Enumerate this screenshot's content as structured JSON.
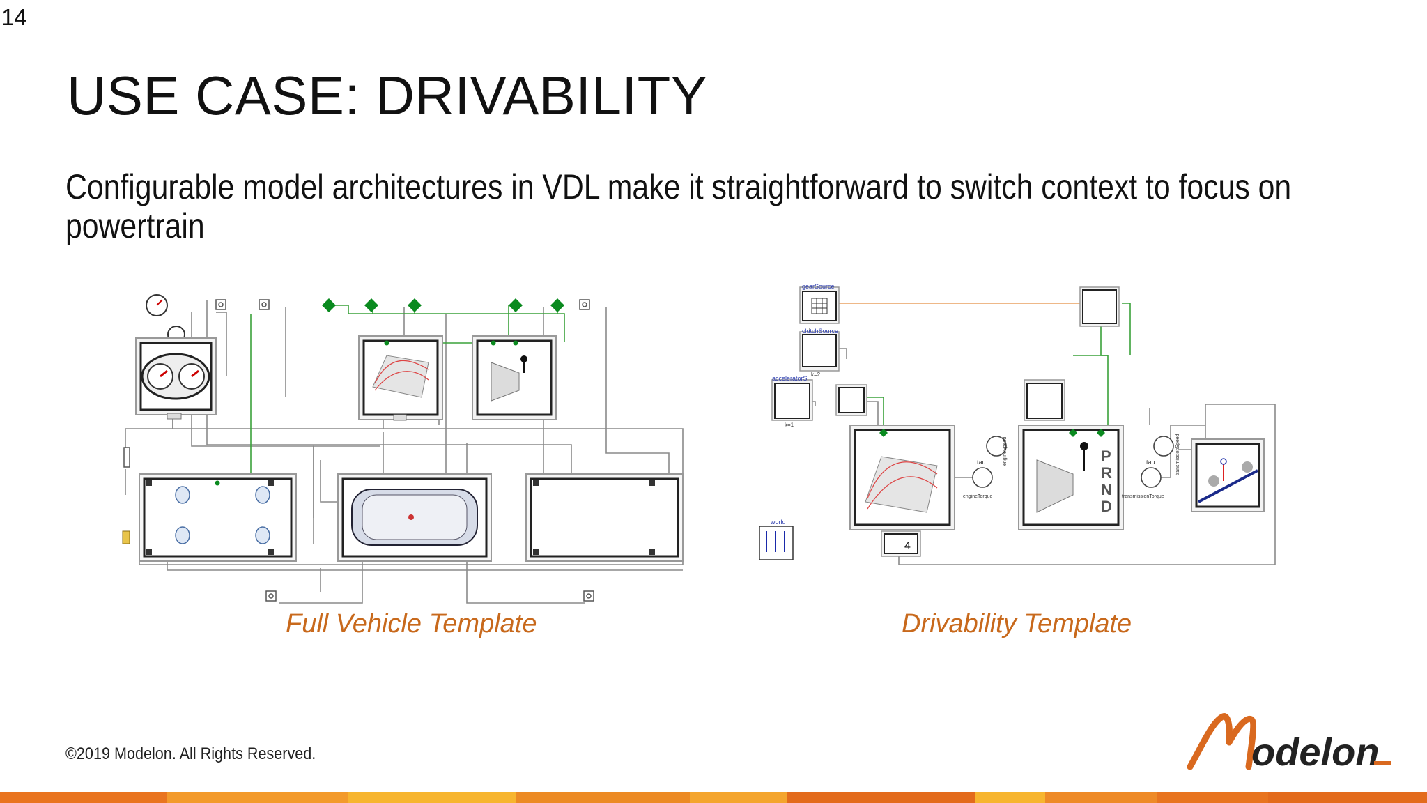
{
  "slide": {
    "page_number": "14",
    "title": "USE CASE: DRIVABILITY",
    "subtitle": "Configurable model architectures in VDL make it straightforward to switch context to focus on powertrain",
    "copyright": "©2019 Modelon. All Rights Reserved."
  },
  "figures": {
    "full_vehicle": {
      "caption": "Full Vehicle Template"
    },
    "drivability": {
      "caption": "Drivability Template",
      "labels": {
        "gear_source": "gearSource",
        "clutch_source": "clutchSource",
        "accelerator": "acceleratorS",
        "world": "world",
        "tau_engine": "tau",
        "tau_trans": "tau",
        "engine_torque": "engineTorque",
        "engine_speed": "engineSpeed",
        "transmission_torque": "transmissionTorque",
        "transmission_speed": "transmissionSpeed",
        "prnd": [
          "P",
          "R",
          "N",
          "D"
        ],
        "gear_value": "4",
        "k1": "k=1",
        "k2": "k=2"
      }
    }
  },
  "logo": {
    "text": "Modelon",
    "color": "#d9691f"
  },
  "colors": {
    "accent": "#c8691c",
    "connector_green": "#0a8a1f",
    "wire_gray": "#8a8a8a",
    "footer": [
      "#e9741f",
      "#f39a2b",
      "#f7b52f",
      "#ec8a24",
      "#e36b1c",
      "#f4a52e",
      "#e8741f",
      "#f7b52f",
      "#ee8a27",
      "#e36b1c"
    ]
  }
}
